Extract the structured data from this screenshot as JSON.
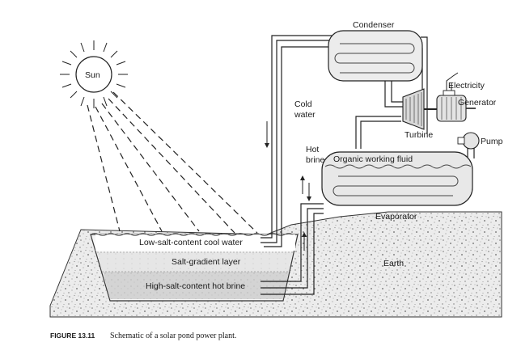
{
  "labels": {
    "sun": "Sun",
    "condenser": "Condenser",
    "electricity": "Electricity",
    "generator": "Generator",
    "turbine": "Turbine",
    "pump": "Pump",
    "cold_water_1": "Cold",
    "cold_water_2": "water",
    "hot_brine_1": "Hot",
    "hot_brine_2": "brine",
    "organic_fluid": "Organic working fluid",
    "evaporator": "Evaporator",
    "low_salt": "Low-salt-content cool water",
    "salt_gradient": "Salt-gradient layer",
    "high_salt": "High-salt-content hot brine",
    "earth": "Earth"
  },
  "caption": {
    "number": "FIGURE 13.11",
    "text": "Schematic of a solar pond power plant."
  }
}
